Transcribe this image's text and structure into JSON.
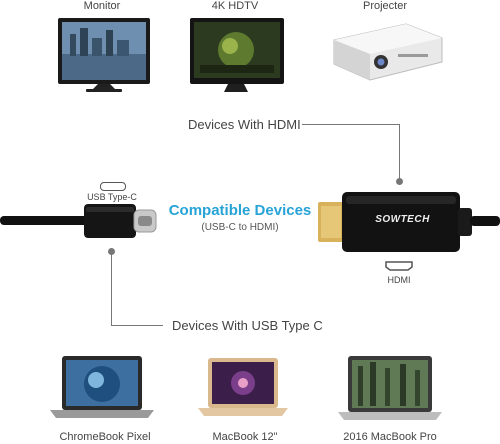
{
  "top_devices": [
    {
      "label": "Monitor"
    },
    {
      "label": "4K HDTV"
    },
    {
      "label": "Projecter"
    }
  ],
  "bottom_devices": [
    {
      "label": "ChromeBook Pixel"
    },
    {
      "label": "MacBook 12\""
    },
    {
      "label": "2016 MacBook Pro"
    }
  ],
  "callouts": {
    "hdmi": "Devices With HDMI",
    "usbc": "Devices With USB Type C"
  },
  "center": {
    "title": "Compatible Devices",
    "subtitle": "(USB-C to HDMI)"
  },
  "ports": {
    "usbc": "USB Type-C",
    "hdmi": "HDMI"
  },
  "brand": "SOWTECH",
  "colors": {
    "accent": "#27a3d6",
    "cable": "#111111",
    "gold": "#d8b25a"
  }
}
